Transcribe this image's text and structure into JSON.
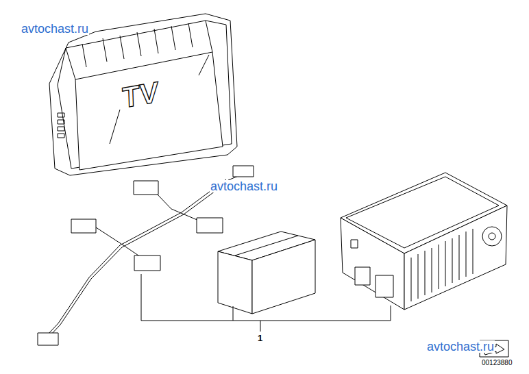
{
  "diagram": {
    "labels": [
      "avtochast.ru",
      "TV",
      "avtochast.ru",
      "1",
      "avtochast.ru",
      "00123880"
    ]
  }
}
